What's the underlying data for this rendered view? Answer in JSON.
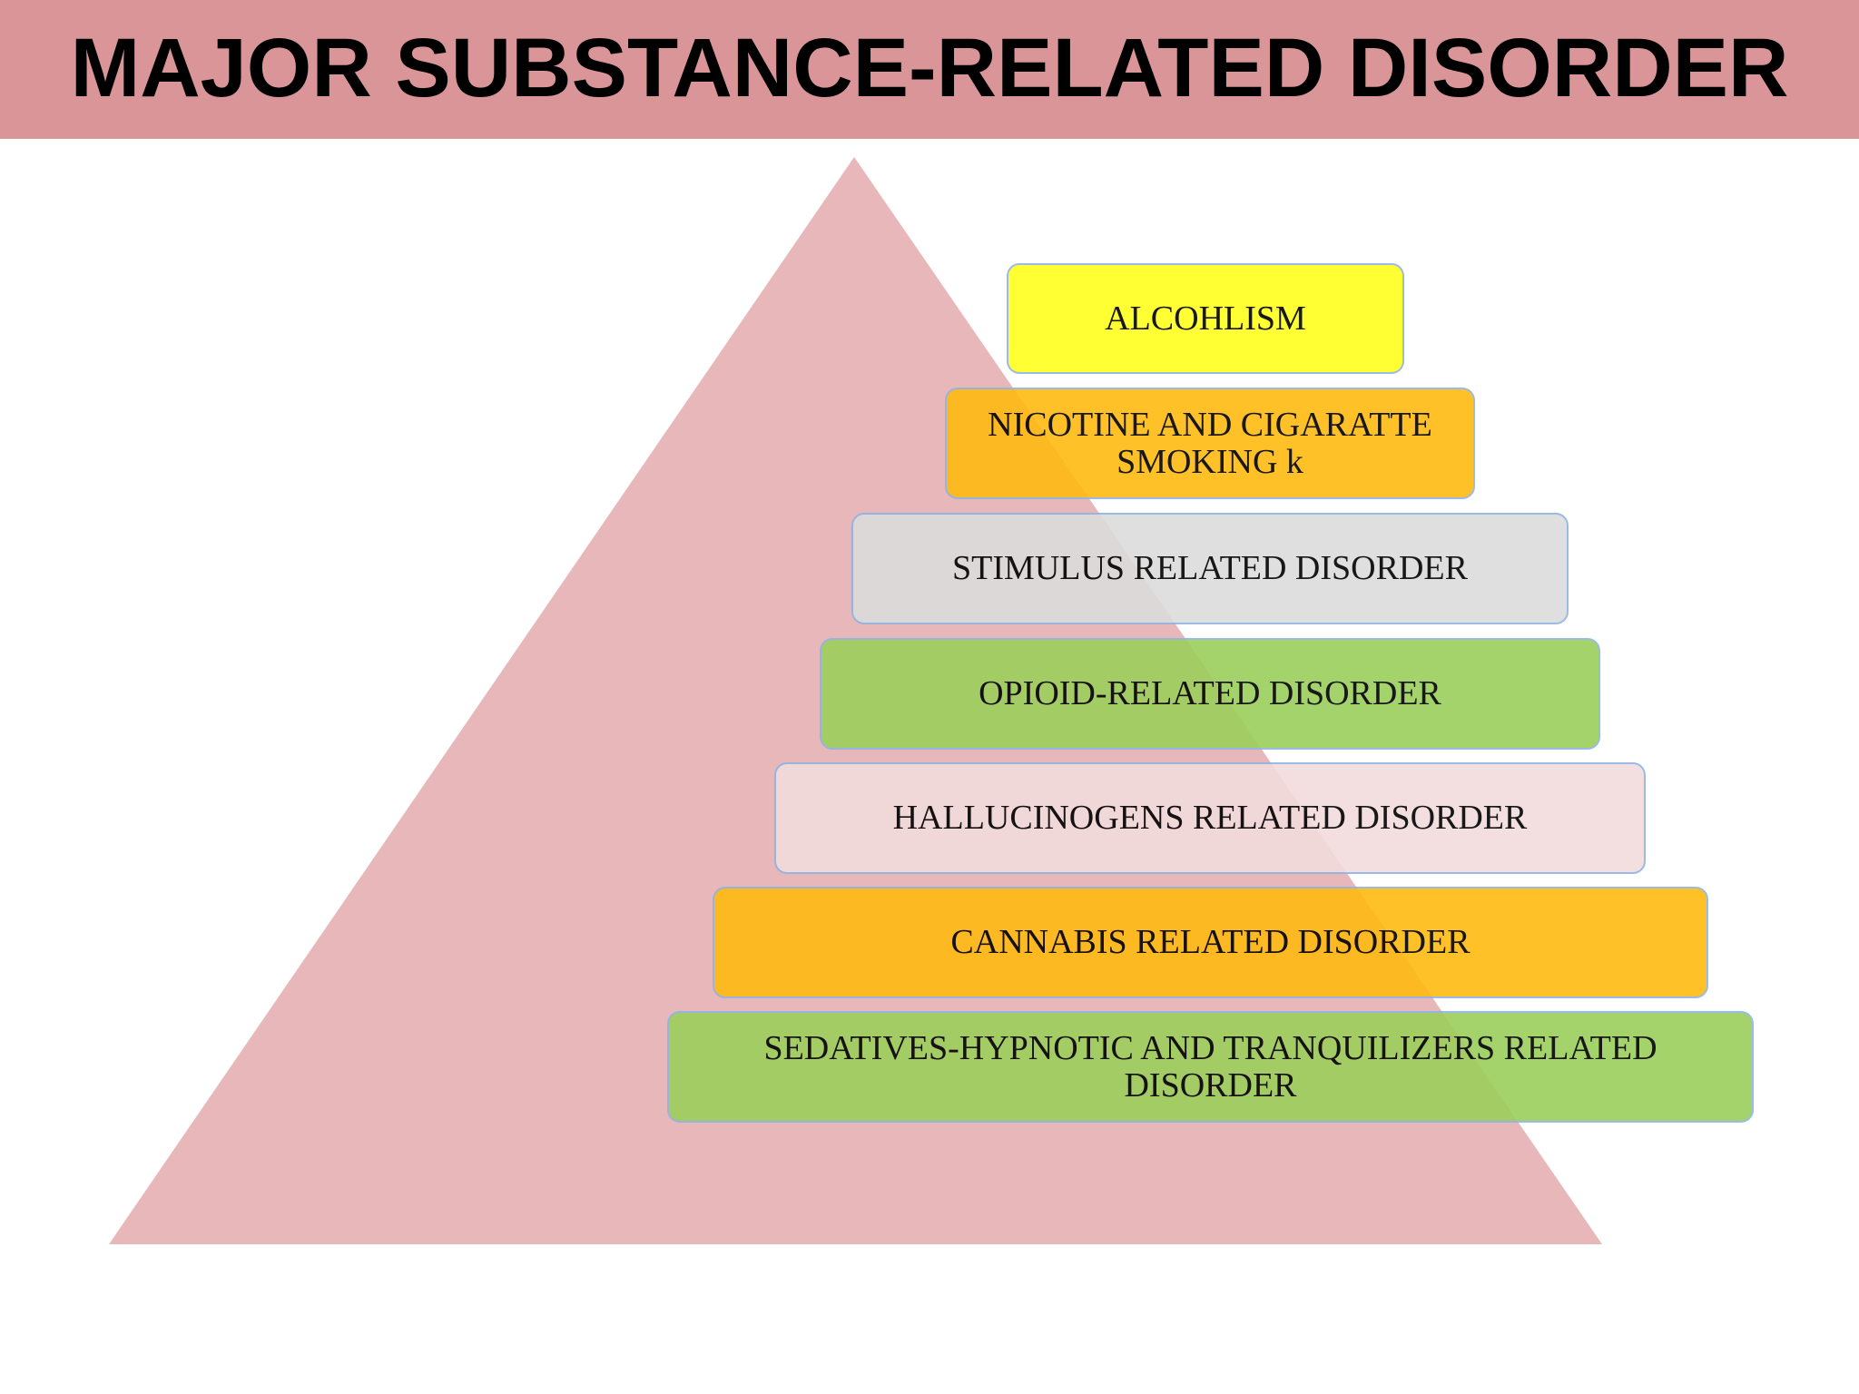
{
  "title": "MAJOR SUBSTANCE-RELATED DISORDER",
  "colors": {
    "title_bar": "#d99597",
    "pyramid": "#e0a3a6",
    "box_border": "#8eb4e3"
  },
  "items": [
    {
      "label": "ALCOHLISM",
      "color": "#ffff1f"
    },
    {
      "label": "NICOTINE AND CIGARATTE SMOKING k",
      "color": "#ffba11"
    },
    {
      "label": "STIMULUS RELATED DISORDER",
      "color": "#dcdcdc"
    },
    {
      "label": "OPIOID-RELATED DISORDER",
      "color": "#9ccf5c"
    },
    {
      "label": "HALLUCINOGENS RELATED DISORDER",
      "color": "#f2dcdd"
    },
    {
      "label": "CANNABIS RELATED DISORDER",
      "color": "#ffba11"
    },
    {
      "label": "SEDATIVES-HYPNOTIC AND TRANQUILIZERS RELATED DISORDER",
      "color": "#9ccf5c"
    }
  ]
}
